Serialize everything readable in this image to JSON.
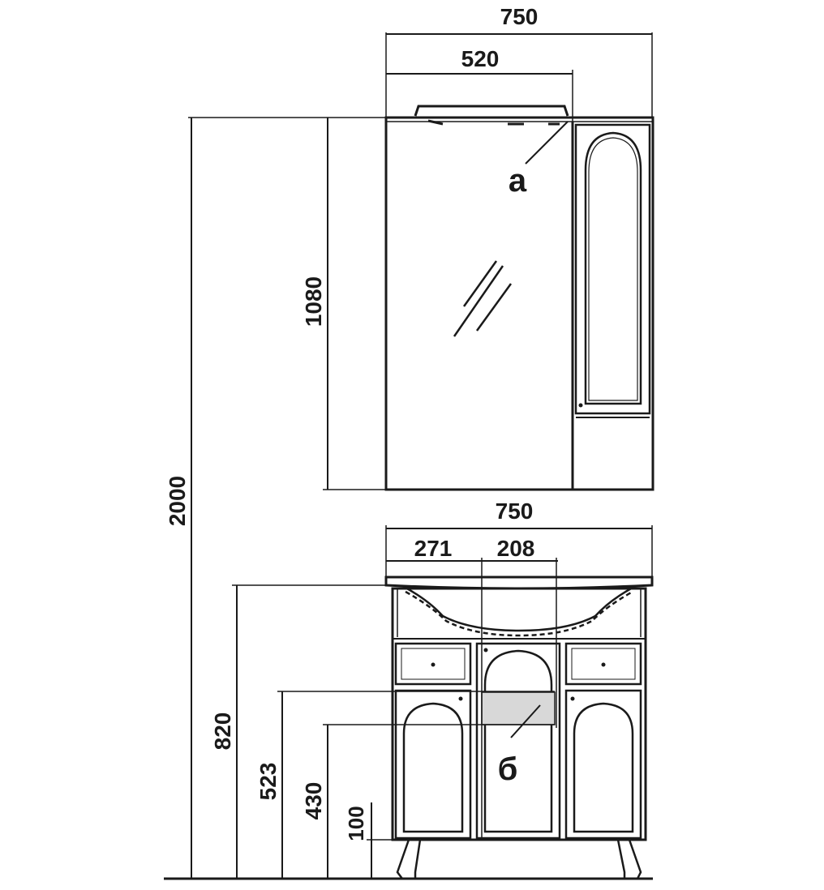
{
  "dimensions": {
    "mirror_width": "750",
    "mirror_glass_width": "520",
    "mirror_height": "1080",
    "total_height": "2000",
    "vanity_width": "750",
    "left_offset": "271",
    "center_width": "208",
    "vanity_height": "820",
    "height_523": "523",
    "height_430": "430",
    "leg_height": "100"
  },
  "callouts": {
    "a": "а",
    "b": "б"
  },
  "colors": {
    "line": "#1a1a1a",
    "cutout_fill": "#d8d8d8",
    "background": "#ffffff"
  }
}
